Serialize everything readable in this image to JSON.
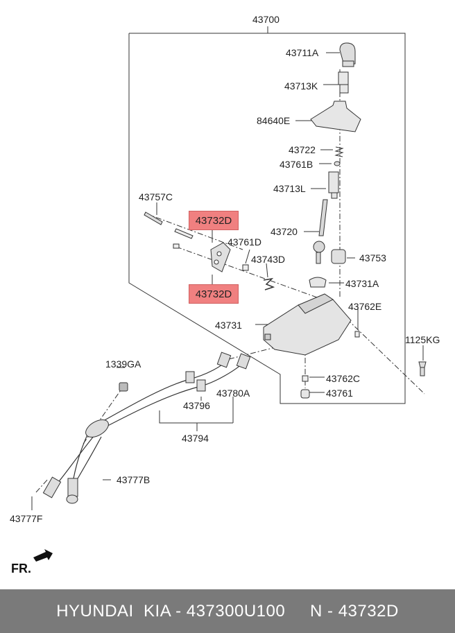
{
  "labels": {
    "assembly": "43700",
    "knob": "43711A",
    "knob_insert": "43713K",
    "boot": "84640E",
    "spring": "43722",
    "bushing_top": "43761B",
    "sleeve": "43713L",
    "bracket_top": "43732D",
    "bracket_bottom": "43732D",
    "bolt": "43757C",
    "bushing_mid": "43761D",
    "clip": "43743D",
    "lever": "43720",
    "cap": "43753",
    "ring": "43731A",
    "pin_e": "43762E",
    "base": "43731",
    "bolt_side": "1125KG",
    "pin_c": "43762C",
    "bushing_bottom": "43761",
    "grommet": "1339GA",
    "cable_a": "43780A",
    "cable_b": "43796",
    "cable_assy": "43794",
    "pin_b": "43777B",
    "pin_f": "43777F",
    "direction": "FR."
  },
  "footer": {
    "text": "HYUNDAI  KIA - 437300U100     N - 43732D"
  },
  "colors": {
    "highlight": "#f08080",
    "footer_bg": "#7a7a7a",
    "line": "#333333"
  }
}
